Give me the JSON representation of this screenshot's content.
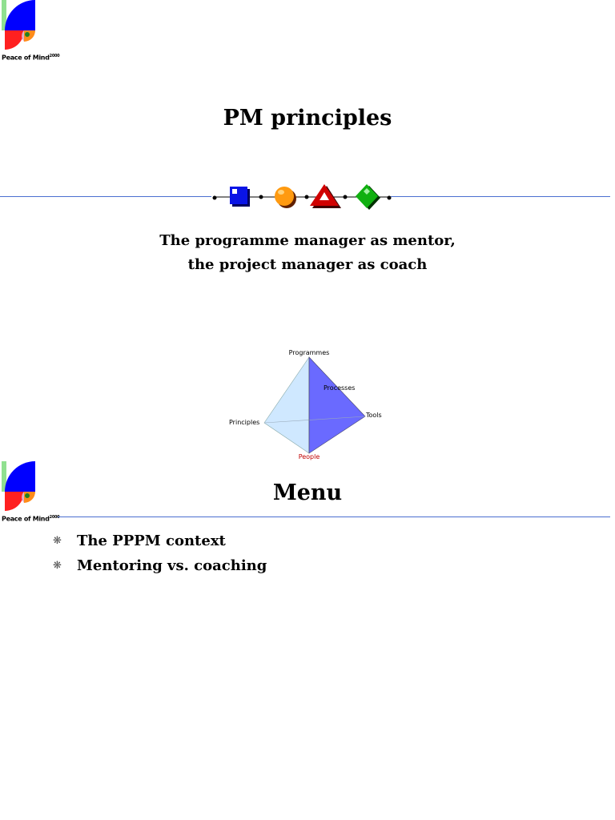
{
  "logo": {
    "text": "Peace of Mind",
    "superscript": "2000",
    "icon": "quarter-circle-logo-icon"
  },
  "slide1": {
    "title": "PM principles",
    "subtitle_line1": "The programme manager as mentor,",
    "subtitle_line2": "the project manager as coach",
    "divider_icons": [
      "square-icon",
      "circle-icon",
      "triangle-icon",
      "diamond-icon"
    ],
    "diagram_labels": {
      "top": "Programmes",
      "inner": "Processes",
      "right": "Tools",
      "left": "Principles",
      "bottom": "People"
    },
    "colors": {
      "rule": "#4a6fd0",
      "people_label": "#c00000",
      "face_light": "#cfe8ff",
      "face_dark": "#6a6aff"
    }
  },
  "slide2": {
    "title": "Menu",
    "items": [
      "The PPPM context",
      "Mentoring vs. coaching"
    ],
    "bullet_glyph": "❋"
  }
}
